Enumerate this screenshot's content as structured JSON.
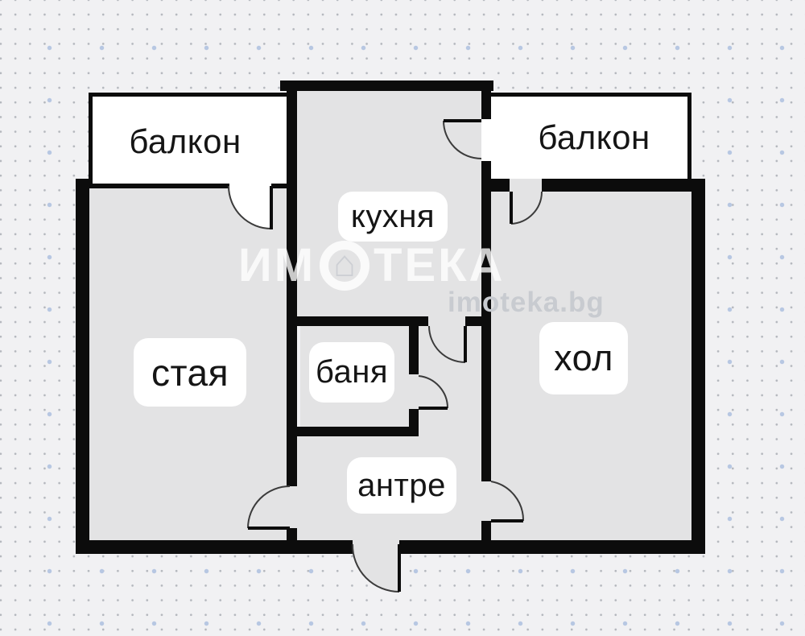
{
  "floorplan": {
    "rooms": {
      "balcony_left": "балкон",
      "balcony_right": "балкон",
      "kitchen": "кухня",
      "room": "стая",
      "bathroom": "баня",
      "hall": "хол",
      "entry": "антре"
    },
    "watermark": {
      "brand_part1": "ИМ",
      "brand_part2": "ТЕКА",
      "house_glyph": "⌂",
      "site": "imoteka.bg"
    },
    "colors": {
      "background": "#f1f1f3",
      "floor": "#e3e3e4",
      "balcony_floor": "#ffffff",
      "wall": "#0c0c0c",
      "dot_blue": "#b7c7e2",
      "dot_gray": "#b4b7bd",
      "door_arc": "#3b3b3b"
    }
  }
}
